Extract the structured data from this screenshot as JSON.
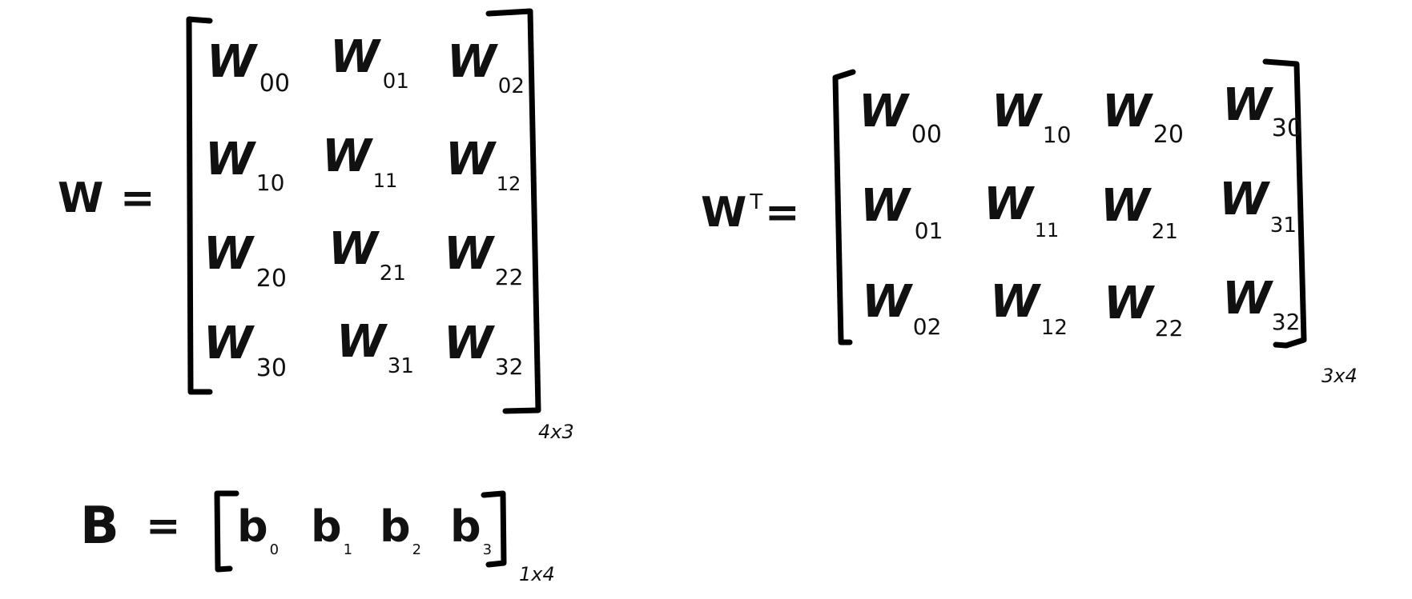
{
  "matrix_w": {
    "label": "W",
    "equals": "=",
    "dimension": "4x3",
    "rows": [
      [
        {
          "base": "W",
          "sub": "00"
        },
        {
          "base": "W",
          "sub": "01"
        },
        {
          "base": "W",
          "sub": "02"
        }
      ],
      [
        {
          "base": "W",
          "sub": "10"
        },
        {
          "base": "W",
          "sub": "11"
        },
        {
          "base": "W",
          "sub": "12"
        }
      ],
      [
        {
          "base": "W",
          "sub": "20"
        },
        {
          "base": "W",
          "sub": "21"
        },
        {
          "base": "W",
          "sub": "22"
        }
      ],
      [
        {
          "base": "W",
          "sub": "30"
        },
        {
          "base": "W",
          "sub": "31"
        },
        {
          "base": "W",
          "sub": "32"
        }
      ]
    ]
  },
  "matrix_wt": {
    "label": "W",
    "superscript": "T",
    "equals": "=",
    "dimension": "3x4",
    "rows": [
      [
        {
          "base": "W",
          "sub": "00"
        },
        {
          "base": "W",
          "sub": "10"
        },
        {
          "base": "W",
          "sub": "20"
        },
        {
          "base": "W",
          "sub": "30"
        }
      ],
      [
        {
          "base": "W",
          "sub": "01"
        },
        {
          "base": "W",
          "sub": "11"
        },
        {
          "base": "W",
          "sub": "21"
        },
        {
          "base": "W",
          "sub": "31"
        }
      ],
      [
        {
          "base": "W",
          "sub": "02"
        },
        {
          "base": "W",
          "sub": "12"
        },
        {
          "base": "W",
          "sub": "22"
        },
        {
          "base": "W",
          "sub": "32"
        }
      ]
    ]
  },
  "matrix_b": {
    "label": "B",
    "equals": "=",
    "dimension": "1x4",
    "rows": [
      [
        {
          "base": "b",
          "sub": "0"
        },
        {
          "base": "b",
          "sub": "1"
        },
        {
          "base": "b",
          "sub": "2"
        },
        {
          "base": "b",
          "sub": "3"
        }
      ]
    ]
  }
}
